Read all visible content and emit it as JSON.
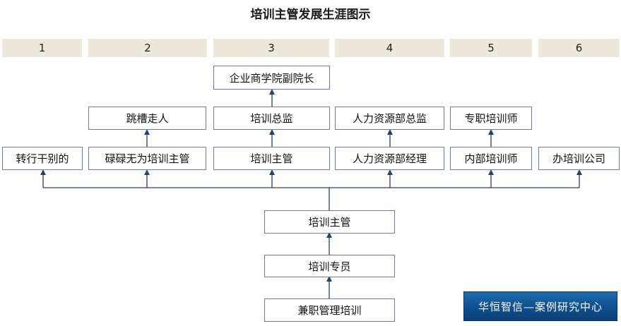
{
  "title": "培训主管发展生涯图示",
  "columns": [
    "1",
    "2",
    "3",
    "4",
    "5",
    "6"
  ],
  "nodes": {
    "vp": "企业商学院副院长",
    "job_hop": "跳槽走人",
    "training_director": "培训总监",
    "hr_director": "人力资源部总监",
    "full_time_trainer": "专职培训师",
    "career_change": "转行干别的",
    "mediocre_manager": "碌碌无为培训主管",
    "training_manager_top": "培训主管",
    "hr_manager": "人力资源部经理",
    "internal_trainer": "内部培训师",
    "training_company": "办培训公司",
    "training_manager": "培训主管",
    "training_specialist": "培训专员",
    "part_time_training": "兼职管理培训"
  },
  "logo": {
    "text": "华恒智信—案例研究中心",
    "color": "#1565a8"
  },
  "colors": {
    "header_bg": "#ece9dc",
    "box_border": "#6d7e94",
    "connector": "#2c3f66"
  }
}
